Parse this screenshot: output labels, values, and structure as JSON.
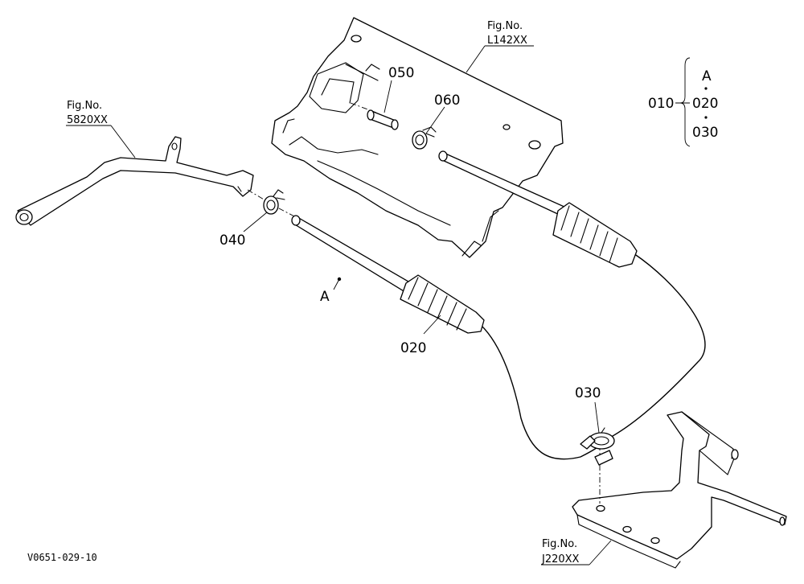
{
  "parts": {
    "p010": "010",
    "p020": "020",
    "p030": "030",
    "p040": "040",
    "p050": "050",
    "p060": "060",
    "point_a": "A"
  },
  "group": {
    "parent": "010",
    "children": [
      "A",
      "020",
      "030"
    ]
  },
  "fig_refs": [
    {
      "label": "Fig.No.",
      "number": "5820XX"
    },
    {
      "label": "Fig.No.",
      "number": "L142XX"
    },
    {
      "label": "Fig.No.",
      "number": "J220XX"
    }
  ],
  "drawing_code": "V0651-029-10"
}
